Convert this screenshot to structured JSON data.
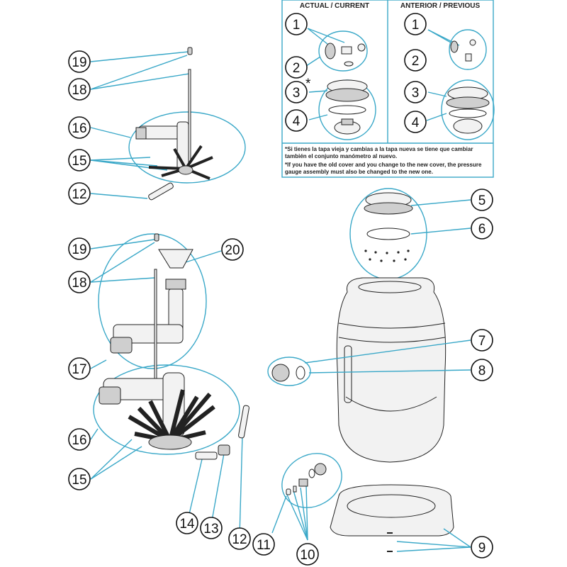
{
  "panel": {
    "left_title": "ACTUAL / CURRENT",
    "right_title": "ANTERIOR / PREVIOUS",
    "note_es": "*Si tienes la tapa vieja y cambias a la tapa nueva se tiene que cambiar también el conjunto manómetro al nuevo.",
    "note_en": "*If you have the old cover and you change to the new cover, the pressure gauge assembly must also be changed to the new one.",
    "colors": {
      "border": "#3aa8c8",
      "leader": "#3aa8c8"
    }
  },
  "callouts": {
    "p1a": "1",
    "p2a": "2",
    "p3a": "3",
    "p3a_star": "*",
    "p4a": "4",
    "p1b": "1",
    "p2b": "2",
    "p3b": "3",
    "p4b": "4",
    "c19a": "19",
    "c18a": "18",
    "c16a": "16",
    "c15a": "15",
    "c12a": "12",
    "c19b": "19",
    "c18b": "18",
    "c20": "20",
    "c17": "17",
    "c16b": "16",
    "c15b": "15",
    "c14": "14",
    "c13": "13",
    "c12b": "12",
    "c11": "11",
    "c10": "10",
    "c5": "5",
    "c6": "6",
    "c7": "7",
    "c8": "8",
    "c9": "9"
  }
}
